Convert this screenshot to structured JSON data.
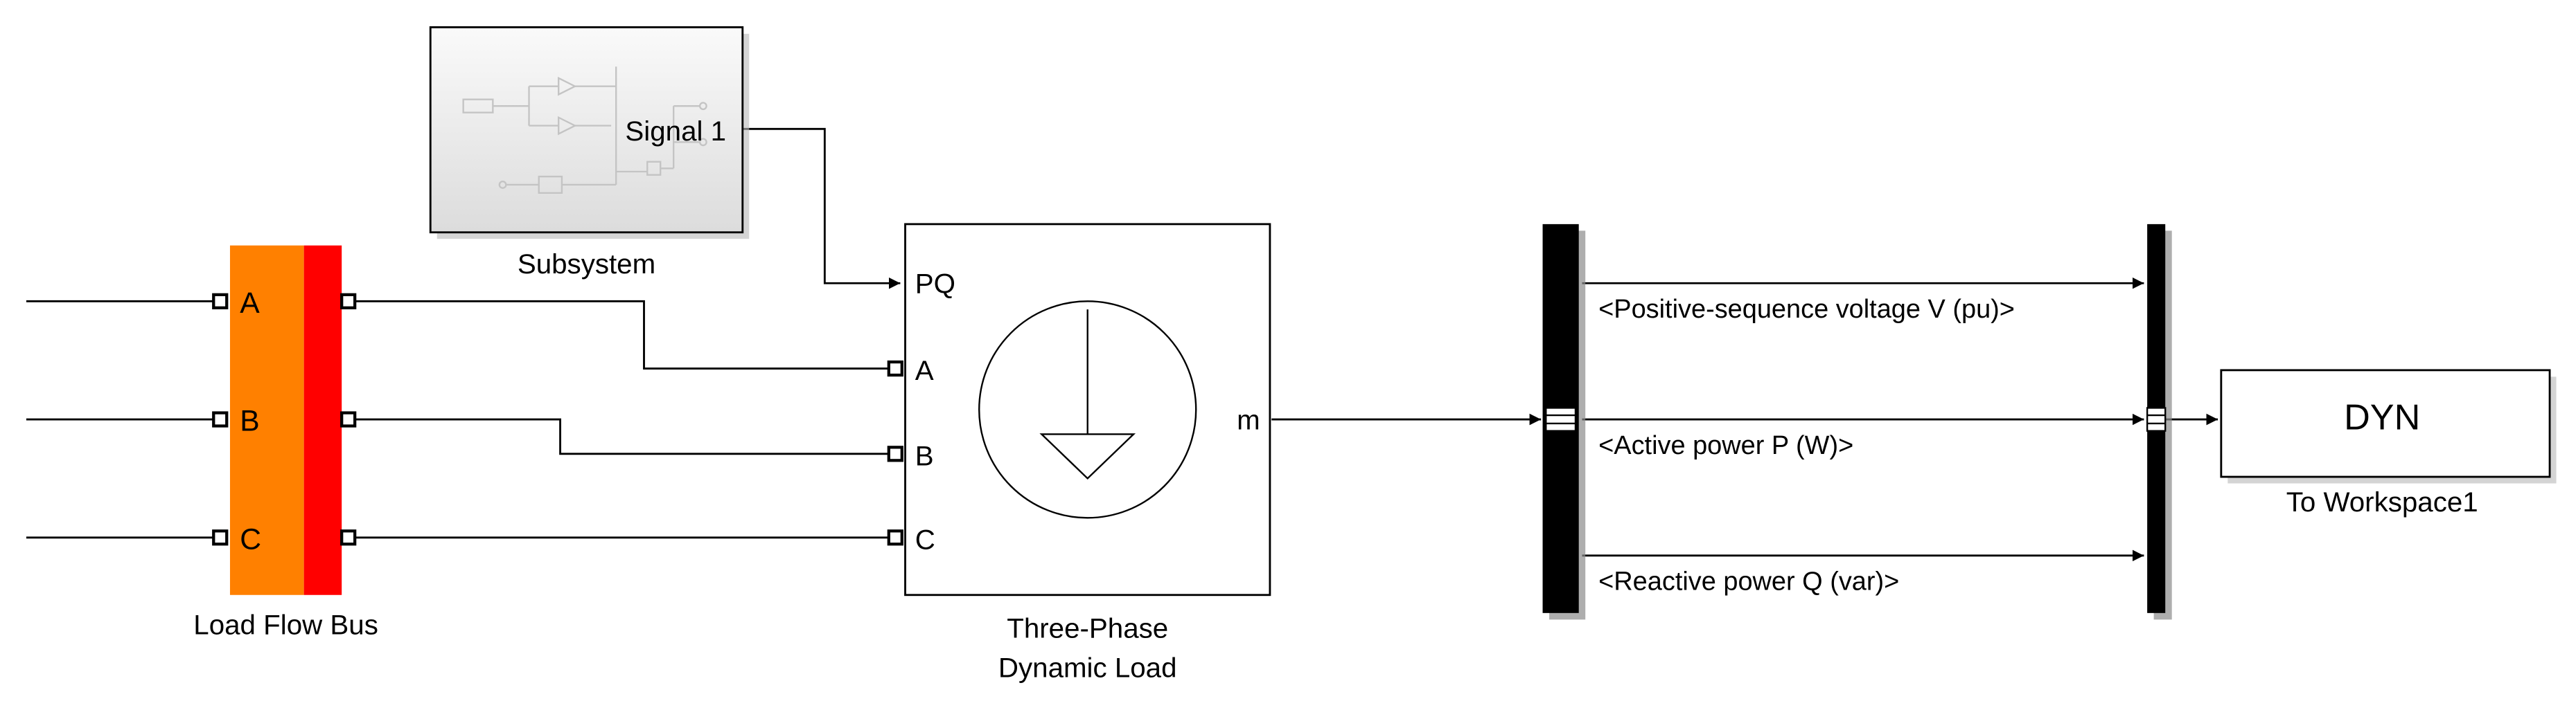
{
  "blocks": {
    "subsystem": {
      "label": "Subsystem",
      "port_label": "Signal 1"
    },
    "load_flow_bus": {
      "label": "Load Flow Bus",
      "ports": [
        "A",
        "B",
        "C"
      ]
    },
    "dynamic_load": {
      "label_line1": "Three-Phase",
      "label_line2": "Dynamic Load",
      "in_ports": [
        "PQ",
        "A",
        "B",
        "C"
      ],
      "out_port": "m"
    },
    "bus_selector": {
      "signals": [
        "<Positive-sequence voltage V (pu)>",
        "<Active power P (W)>",
        "<Reactive power Q (var)>"
      ]
    },
    "to_workspace": {
      "variable": "DYN",
      "label": "To Workspace1"
    }
  },
  "colors": {
    "bus_orange": "#ff8000",
    "bus_red": "#ff0000",
    "subsystem_fill": "#eeeeee",
    "line": "#000000"
  }
}
